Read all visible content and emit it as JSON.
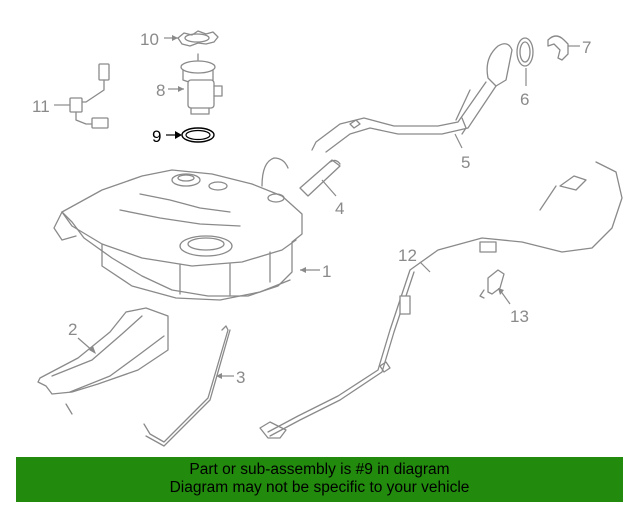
{
  "diagram": {
    "highlighted_part": "9",
    "callouts": [
      "1",
      "2",
      "3",
      "4",
      "5",
      "6",
      "7",
      "8",
      "9",
      "10",
      "11",
      "12",
      "13"
    ]
  },
  "banner": {
    "line1": "Part or sub-assembly is #9 in diagram",
    "line2": "Diagram may not be specific to your vehicle",
    "background": "#228b0e"
  },
  "colors": {
    "line_art": "#8a8a8a",
    "highlight": "#000000"
  }
}
